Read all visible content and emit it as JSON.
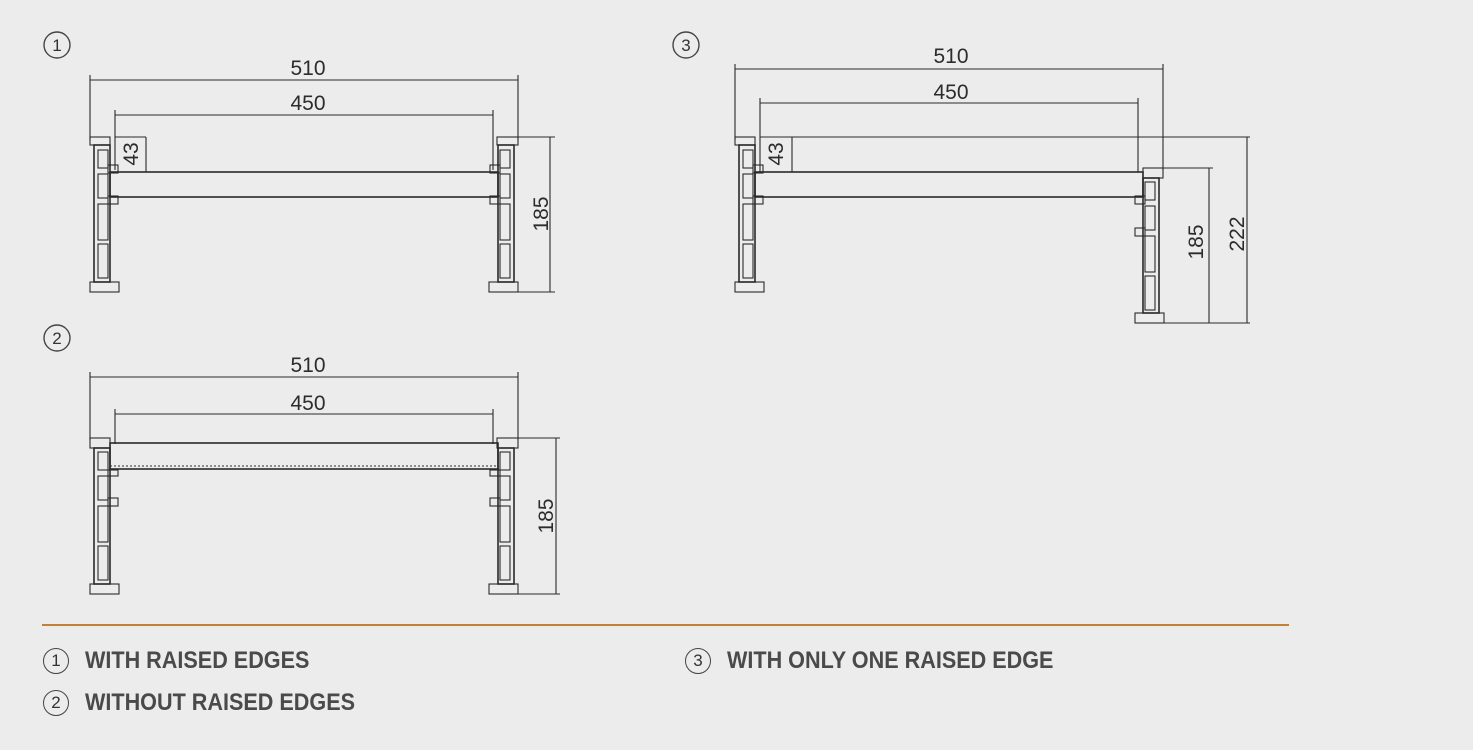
{
  "views": [
    {
      "number": "1",
      "dims": {
        "outer_width": "510",
        "inner_width": "450",
        "edge_height": "43",
        "height": "185"
      }
    },
    {
      "number": "2",
      "dims": {
        "outer_width": "510",
        "inner_width": "450",
        "height": "185"
      }
    },
    {
      "number": "3",
      "dims": {
        "outer_width": "510",
        "inner_width": "450",
        "edge_height": "43",
        "height": "185",
        "total_height": "222"
      }
    }
  ],
  "legend": [
    {
      "number": "1",
      "label": "WITH RAISED EDGES"
    },
    {
      "number": "2",
      "label": "WITHOUT RAISED EDGES"
    },
    {
      "number": "3",
      "label": "WITH ONLY ONE RAISED EDGE"
    }
  ],
  "colors": {
    "background": "#ececec",
    "divider": "#c0813a",
    "line": "#2a2a2a"
  }
}
